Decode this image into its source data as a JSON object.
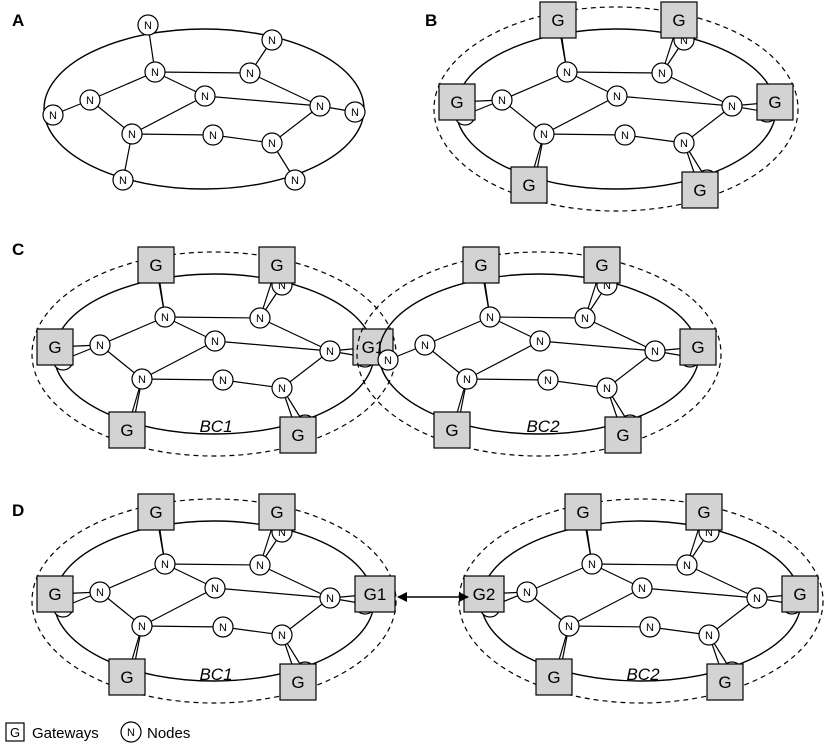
{
  "panels": [
    {
      "letter": "A"
    },
    {
      "letter": "B"
    },
    {
      "letter": "C"
    },
    {
      "letter": "D"
    }
  ],
  "symbols": {
    "node": "N",
    "gateway": "G"
  },
  "clusters": {
    "c_left": {
      "label": "BC1",
      "shared_gateway": "G1"
    },
    "c_right": {
      "label": "BC2"
    },
    "d_left": {
      "label": "BC1",
      "gateway": "G1"
    },
    "d_right": {
      "label": "BC2",
      "gateway": "G2"
    }
  },
  "legend": {
    "gateway_symbol": "G",
    "gateway_text": "Gateways",
    "node_symbol": "N",
    "node_text": "Nodes"
  },
  "colors": {
    "gateway_fill": "#d3d3d3",
    "node_fill": "#ffffff",
    "stroke": "#000000"
  }
}
